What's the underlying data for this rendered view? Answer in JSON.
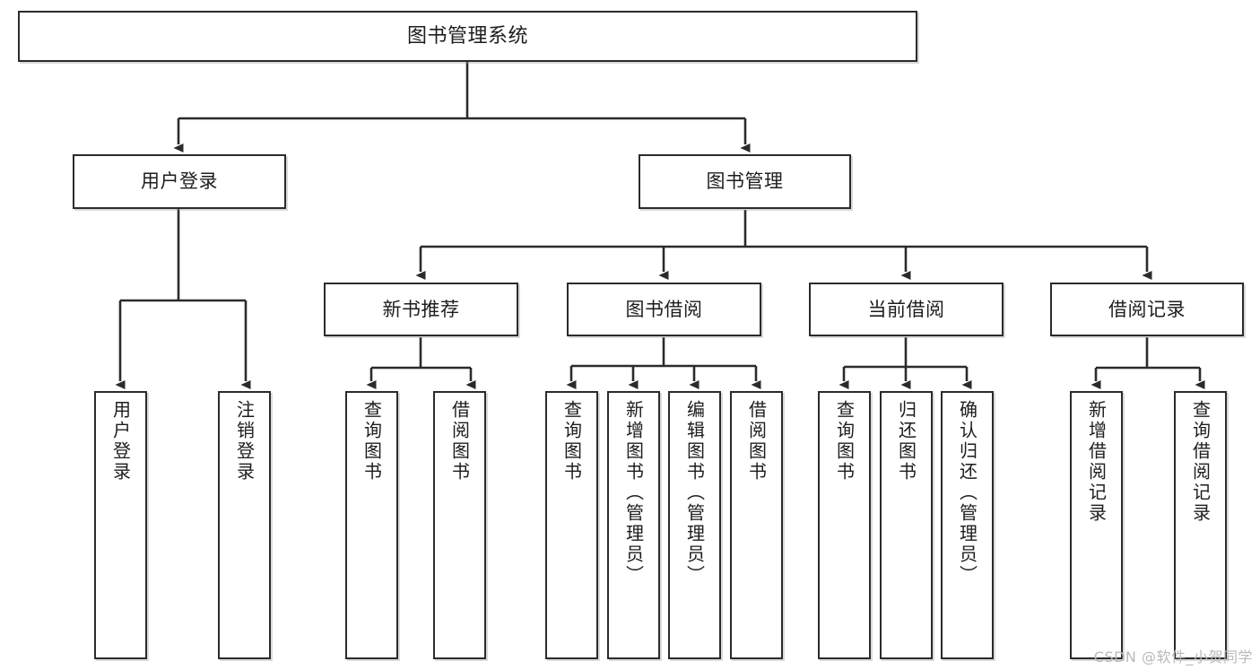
{
  "diagram": {
    "title": "图书管理系统",
    "type": "tree-hierarchy-chart",
    "watermark": "CSDN @软件_小贺同学",
    "colors": {
      "box_border": "#2b2b2b",
      "box_fill": "#ffffff",
      "edge": "#2b2b2b",
      "text": "#1d1d1d",
      "watermark": "#b9b9b9",
      "background": "#ffffff"
    }
  },
  "nodes": {
    "root": {
      "label": "图书管理系统"
    },
    "level2": [
      {
        "id": "user-login",
        "label": "用户登录"
      },
      {
        "id": "book-manage",
        "label": "图书管理"
      }
    ],
    "level3": [
      {
        "id": "new-book-recommend",
        "label": "新书推荐"
      },
      {
        "id": "book-borrow",
        "label": "图书借阅"
      },
      {
        "id": "current-borrow",
        "label": "当前借阅"
      },
      {
        "id": "borrow-record",
        "label": "借阅记录"
      }
    ],
    "leaves": {
      "user_login": [
        {
          "id": "leaf-user-login",
          "label": "用户登录"
        },
        {
          "id": "leaf-logout-login",
          "label": "注销登录"
        }
      ],
      "new_book_recommend": [
        {
          "id": "leaf-query-book-1",
          "label": "查询图书"
        },
        {
          "id": "leaf-borrow-book-1",
          "label": "借阅图书"
        }
      ],
      "book_borrow": [
        {
          "id": "leaf-query-book-2",
          "label": "查询图书"
        },
        {
          "id": "leaf-add-book",
          "label": "新增图书（管理员）"
        },
        {
          "id": "leaf-edit-book",
          "label": "编辑图书（管理员）"
        },
        {
          "id": "leaf-borrow-book-2",
          "label": "借阅图书"
        }
      ],
      "current_borrow": [
        {
          "id": "leaf-query-book-3",
          "label": "查询图书"
        },
        {
          "id": "leaf-return-book",
          "label": "归还图书"
        },
        {
          "id": "leaf-confirm-return",
          "label": "确认归还（管理员）"
        }
      ],
      "borrow_record": [
        {
          "id": "leaf-add-record",
          "label": "新增借阅记录"
        },
        {
          "id": "leaf-query-record",
          "label": "查询借阅记录"
        }
      ]
    }
  }
}
